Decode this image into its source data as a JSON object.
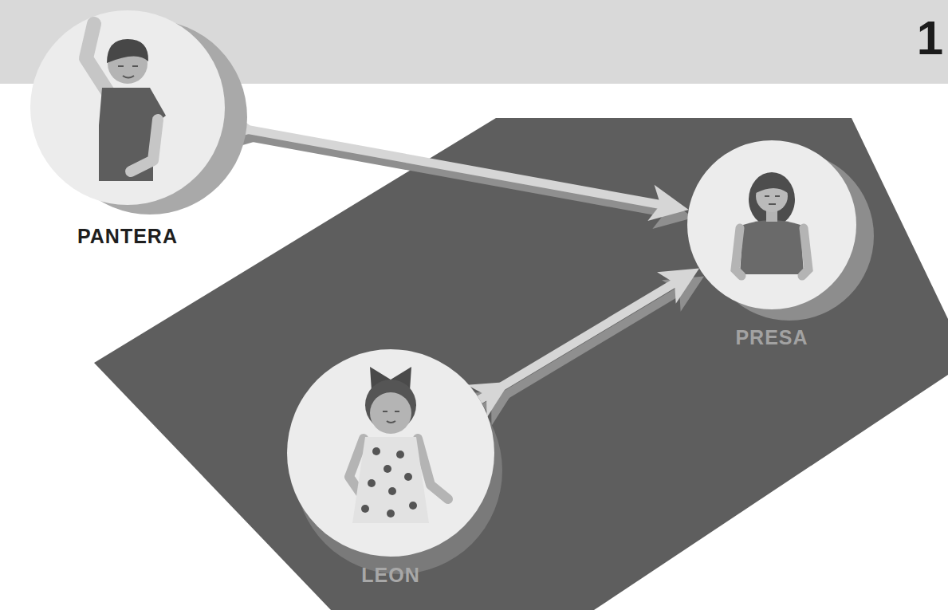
{
  "diagram": {
    "nodes": [
      {
        "text": [
          "PANTERA"
        ]
      },
      {
        "text": [
          "PRESA"
        ]
      },
      {
        "text": [
          "LEON"
        ]
      }
    ],
    "edges": [
      {
        "from": 0,
        "to": 1,
        "arrow": "to"
      },
      {
        "from": 2,
        "to": 1,
        "arrow": "to"
      }
    ],
    "labels": [
      "1"
    ]
  }
}
